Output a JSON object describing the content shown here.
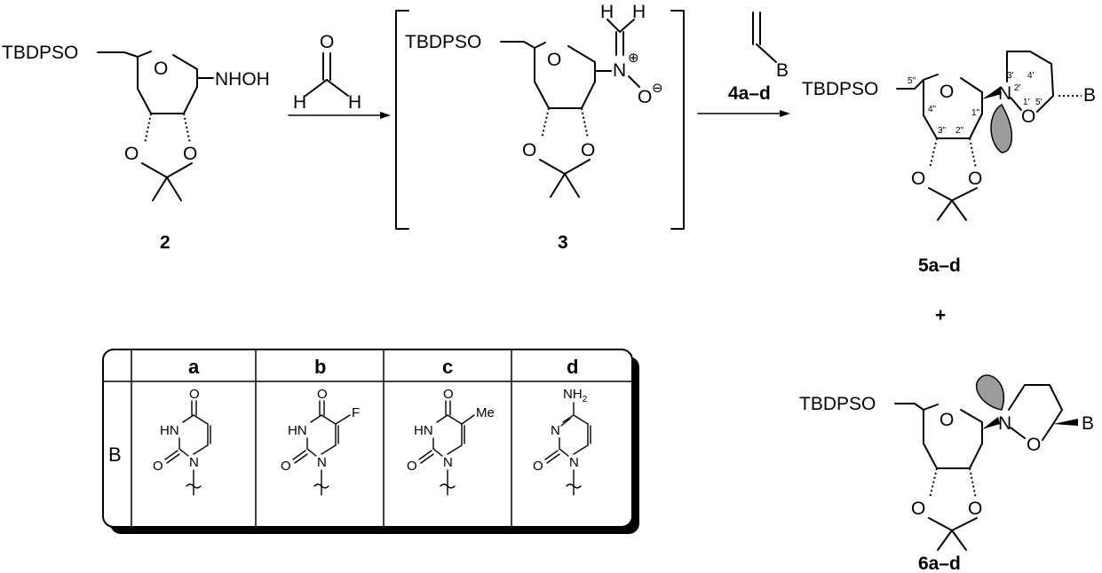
{
  "labels": {
    "tbdpso": "TBDPSO",
    "o": "O",
    "n": "N",
    "h": "H",
    "b": "B",
    "nhoh": "NHOH",
    "plus_charge": "⊕",
    "minus_charge": "⊖",
    "me": "Me",
    "f": "F",
    "hn": "HN",
    "nh2": "NH",
    "nh2_sub": "2",
    "plus": "+"
  },
  "reagents": {
    "formaldehyde_h_left": "H",
    "formaldehyde_h_right": "H",
    "dipolarophile": "4a–d"
  },
  "compounds": {
    "c2": "2",
    "c3": "3",
    "c5": "5a–d",
    "c6": "6a–d"
  },
  "numbering": {
    "p5": "5\"",
    "p4": "4\"",
    "p3": "3\"",
    "p2": "2\"",
    "p1": "1\"",
    "r3": "3'",
    "r4": "4'",
    "r2": "2'",
    "r1": "1'",
    "r5": "5'"
  },
  "table": {
    "row_label": "B",
    "columns": [
      "a",
      "b",
      "c",
      "d"
    ]
  }
}
